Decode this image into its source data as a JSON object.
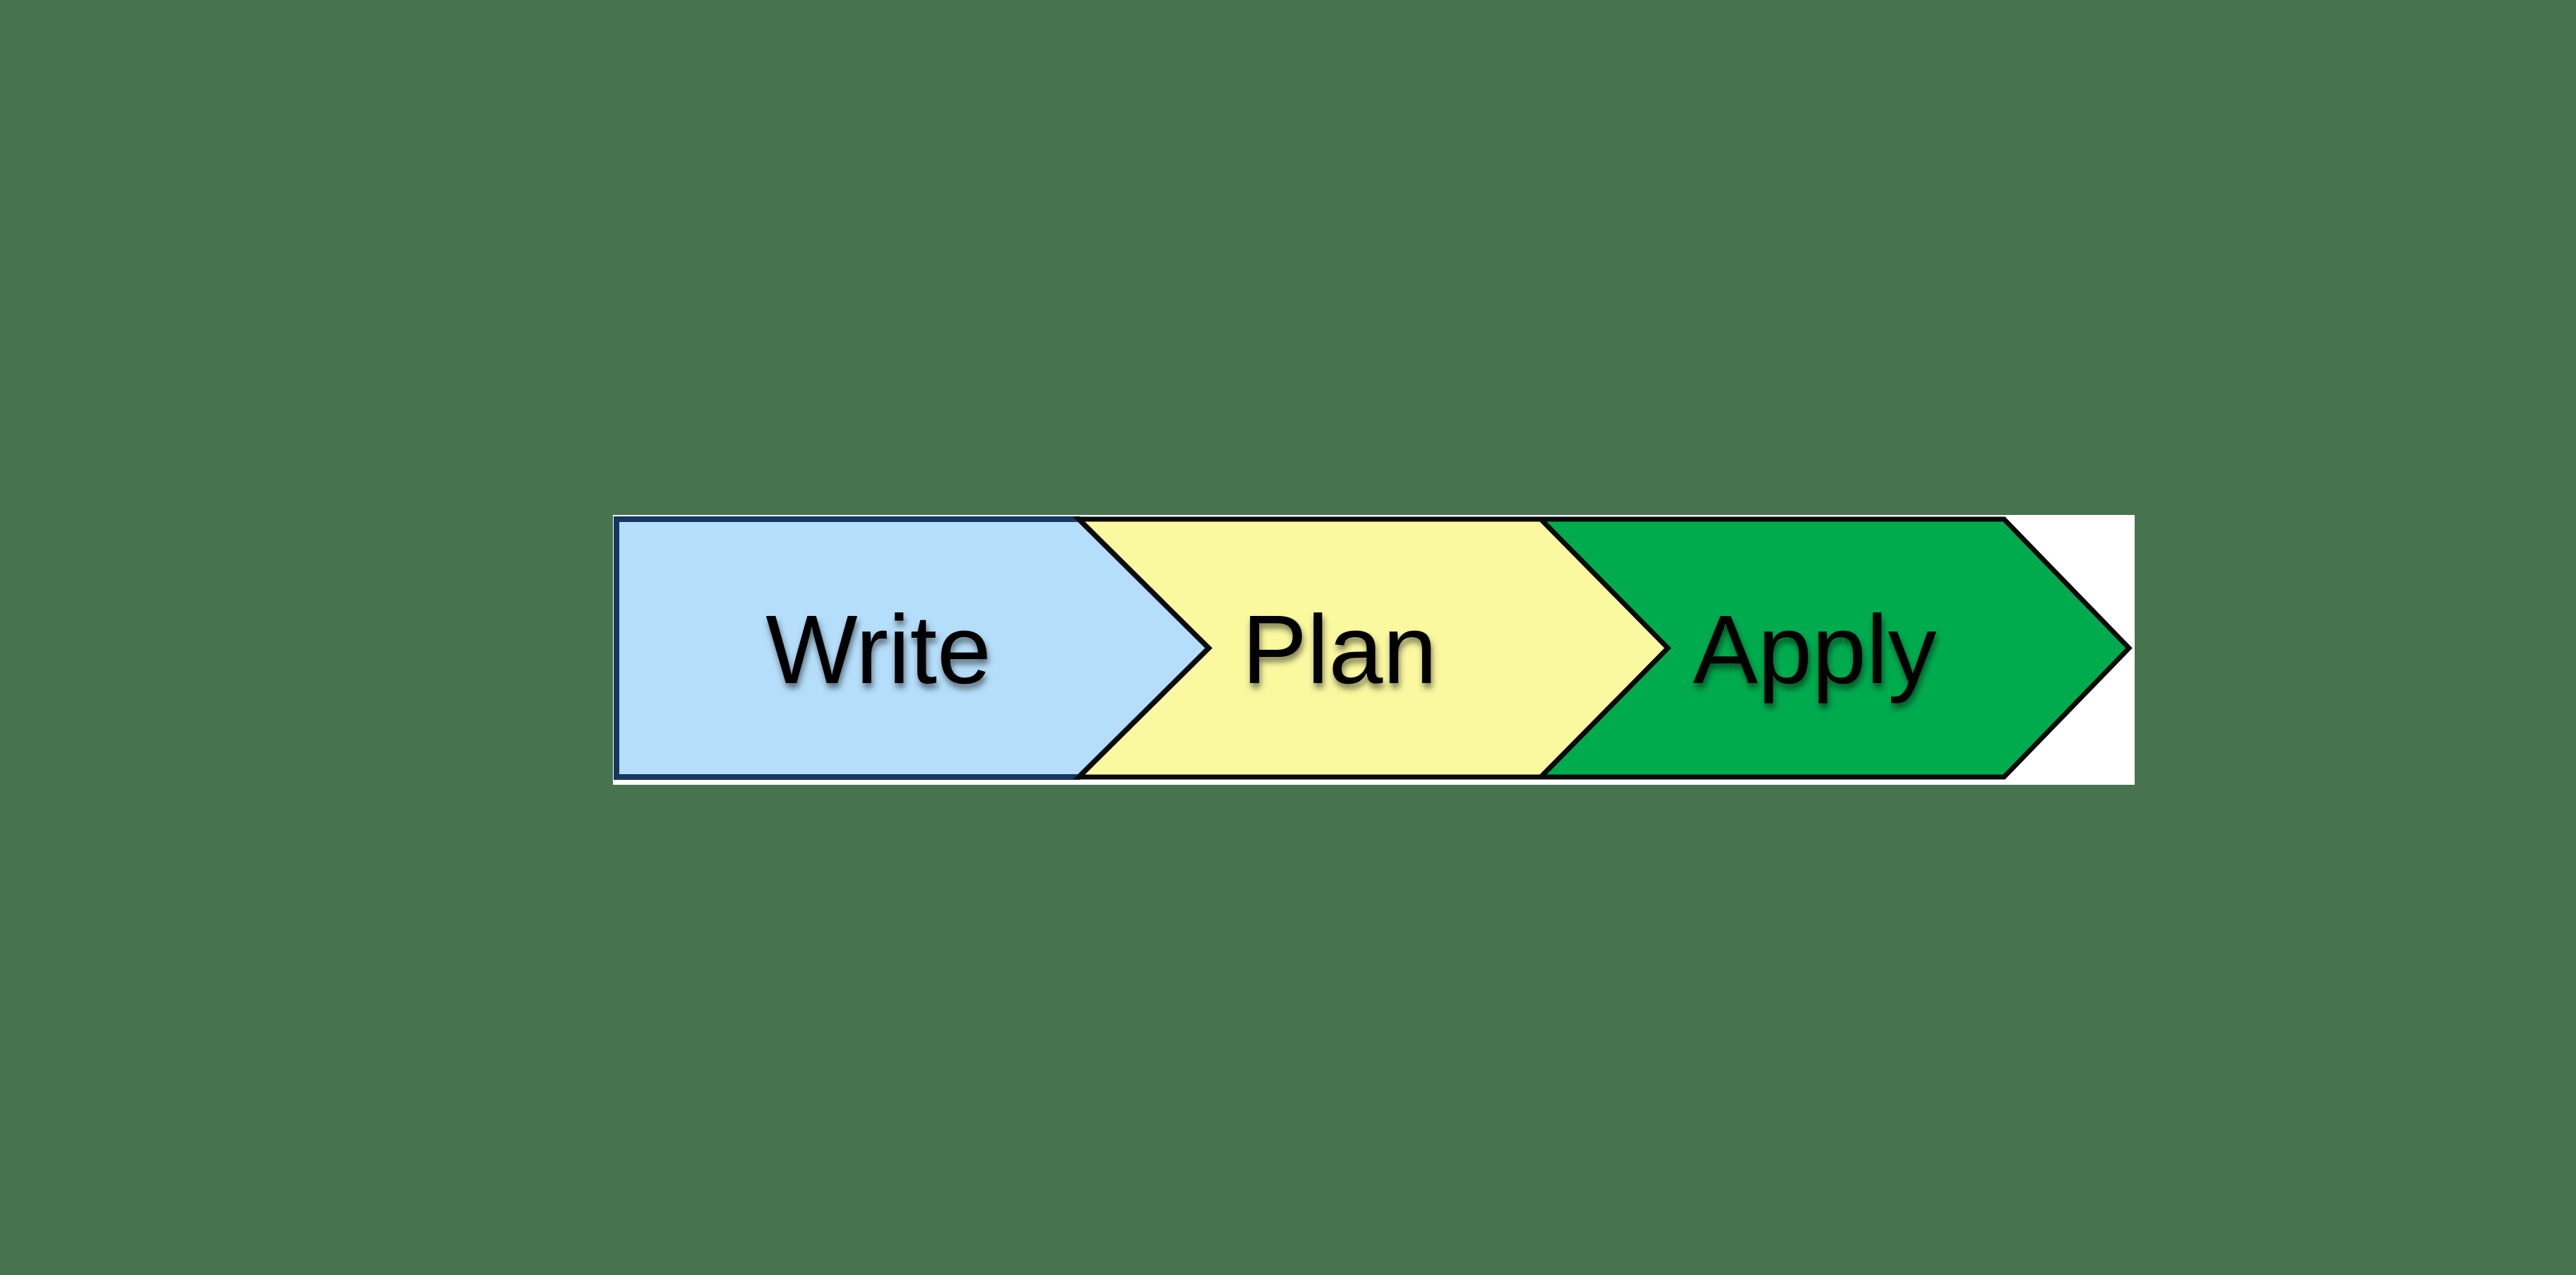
{
  "page": {
    "background_color": "#48734F"
  },
  "canvas": {
    "background_color": "#FFFFFF"
  },
  "diagram": {
    "type": "chevron-process-flow",
    "direction": "left-to-right",
    "text_color": "#000000",
    "steps": [
      {
        "label": "Write",
        "fill_color": "#B5DEFB",
        "border_color": "#16375F"
      },
      {
        "label": "Plan",
        "fill_color": "#FAF9A0",
        "border_color": "#0A0A0A"
      },
      {
        "label": "Apply",
        "fill_color": "#00AB4E",
        "border_color": "#0A0A0A"
      }
    ]
  }
}
